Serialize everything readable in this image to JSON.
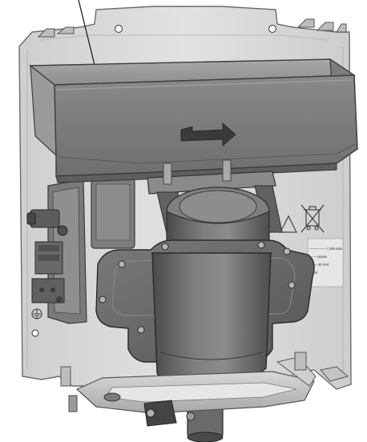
{
  "figure": {
    "kind": "technical-illustration",
    "subject": "exploded view of a wall-mounted heater unit with pump assembly",
    "colors": {
      "background": "#ffffff",
      "backplate": "#d9d9d9",
      "backplate_edge": "#6b6b6b",
      "cover": "#858585",
      "cover_dark": "#5c5c5c",
      "cover_light": "#a6a6a6",
      "pump": "#6f6f6f",
      "pump_dark": "#3f3f3f",
      "bracket": "#c8c8c8",
      "leader": "#111111"
    },
    "icons": [
      "direction-arrow-icon",
      "weee-bin-icon",
      "earth-symbol-icon"
    ],
    "rating_label_lines": [
      "--------------- / 240-xxxx",
      "------ xxxxxx",
      "------- 40 VAC",
      "--- Hz"
    ]
  }
}
